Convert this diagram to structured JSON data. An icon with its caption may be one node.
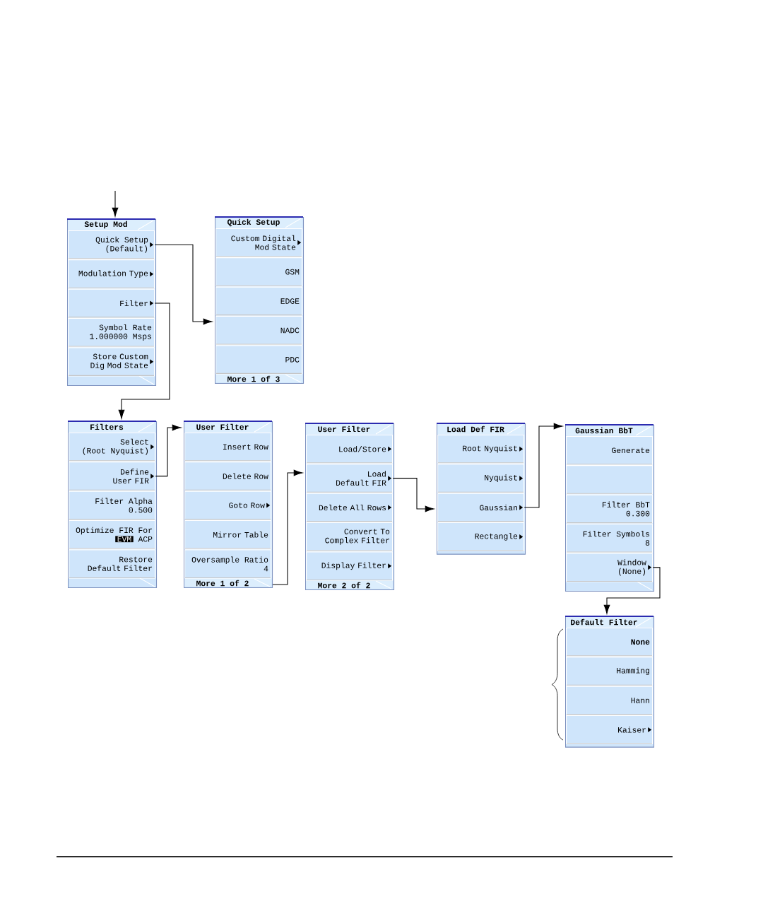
{
  "diagram": {
    "nodes": [
      {
        "text": [
          "Setup Mod"
        ]
      },
      {
        "text": [
          "Quick Setup",
          "(Default)"
        ],
        "in": 0
      },
      {
        "text": [
          "Modulation Type"
        ],
        "in": 0
      },
      {
        "text": [
          "Filter"
        ],
        "in": 0
      },
      {
        "text": [
          "Symbol Rate",
          "1.000000 Msps"
        ],
        "in": 0
      },
      {
        "text": [
          "Store Custom Dig Mod State"
        ],
        "in": 0
      },
      {
        "text": [
          "Quick Setup",
          "More 1 of 3"
        ]
      },
      {
        "text": [
          "Custom Digital Mod State"
        ],
        "in": 6
      },
      {
        "text": [
          "GSM"
        ],
        "in": 6
      },
      {
        "text": [
          "EDGE"
        ],
        "in": 6
      },
      {
        "text": [
          "NADC"
        ],
        "in": 6
      },
      {
        "text": [
          "PDC"
        ],
        "in": 6
      },
      {
        "text": [
          "Filters"
        ]
      },
      {
        "text": [
          "Select",
          "(Root Nyquist)"
        ],
        "in": 12
      },
      {
        "text": [
          "Define User FIR"
        ],
        "in": 12
      },
      {
        "text": [
          "Filter Alpha",
          "0.500"
        ],
        "in": 12
      },
      {
        "text": [
          "Optimize FIR For",
          "EVM",
          "ACP"
        ],
        "in": 12
      },
      {
        "text": [
          "Restore Default Filter"
        ],
        "in": 12
      },
      {
        "text": [
          "User Filter",
          "More 1 of 2"
        ]
      },
      {
        "text": [
          "Insert Row"
        ],
        "in": 18
      },
      {
        "text": [
          "Delete Row"
        ],
        "in": 18
      },
      {
        "text": [
          "Goto Row"
        ],
        "in": 18
      },
      {
        "text": [
          "Mirror Table"
        ],
        "in": 18
      },
      {
        "text": [
          "Oversample Ratio",
          "4"
        ],
        "in": 18
      },
      {
        "text": [
          "User Filter",
          "More 2 of 2"
        ]
      },
      {
        "text": [
          "Load/Store"
        ],
        "in": 24
      },
      {
        "text": [
          "Load Default FIR"
        ],
        "in": 24
      },
      {
        "text": [
          "Delete All Rows"
        ],
        "in": 24
      },
      {
        "text": [
          "Convert To Complex Filter"
        ],
        "in": 24
      },
      {
        "text": [
          "Display Filter"
        ],
        "in": 24
      },
      {
        "text": [
          "Load Def FIR"
        ]
      },
      {
        "text": [
          "Root Nyquist"
        ],
        "in": 30
      },
      {
        "text": [
          "Nyquist"
        ],
        "in": 30
      },
      {
        "text": [
          "Gaussian"
        ],
        "in": 30
      },
      {
        "text": [
          "Rectangle"
        ],
        "in": 30
      },
      {
        "text": [
          "Gaussian BbT"
        ]
      },
      {
        "text": [
          "Generate"
        ],
        "in": 35
      },
      {
        "text": [],
        "shape": "box",
        "in": 35
      },
      {
        "text": [
          "Filter BbT",
          "0.300"
        ],
        "in": 35
      },
      {
        "text": [
          "Filter Symbols",
          "8"
        ],
        "in": 35
      },
      {
        "text": [
          "Window",
          "(None)"
        ],
        "in": 35
      },
      {
        "text": [
          "Default Filter"
        ]
      },
      {
        "text": [
          "None"
        ],
        "in": 41
      },
      {
        "text": [
          "Hamming"
        ],
        "in": 41
      },
      {
        "text": [
          "Hann"
        ],
        "in": 41
      },
      {
        "text": [
          "Kaiser"
        ],
        "in": 41
      }
    ],
    "edges": [
      {
        "from": null,
        "to": 0,
        "arrow": "to"
      },
      {
        "from": 1,
        "to": 6,
        "arrow": "to"
      },
      {
        "from": 3,
        "to": 12,
        "arrow": "to"
      },
      {
        "from": 14,
        "to": 18,
        "arrow": "to"
      },
      {
        "from": 18,
        "to": 24,
        "arrow": "to"
      },
      {
        "from": 26,
        "to": 30,
        "arrow": "to"
      },
      {
        "from": 33,
        "to": 35,
        "arrow": "to"
      },
      {
        "from": 40,
        "to": 41,
        "arrow": "to"
      }
    ]
  }
}
